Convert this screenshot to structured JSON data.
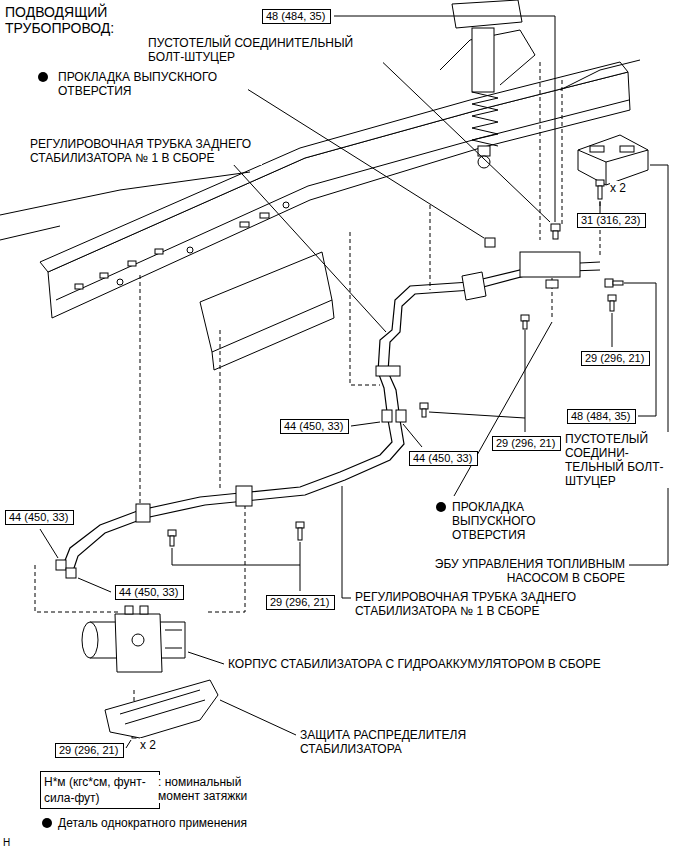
{
  "diagram": {
    "title": "ПОДВОДЯЩИЙ ТРУБОПРОВОД:",
    "nodes": [
      {
        "text": [
          "48 (484, 35)"
        ]
      },
      {
        "text": [
          "31 (316, 23)"
        ]
      },
      {
        "text": [
          "29 (296, 21)"
        ]
      },
      {
        "text": [
          "48 (484, 35)"
        ]
      },
      {
        "text": [
          "44 (450, 33)"
        ]
      },
      {
        "text": [
          "29 (296, 21)"
        ]
      },
      {
        "text": [
          "44 (450, 33)"
        ]
      },
      {
        "text": [
          "44 (450, 33)"
        ]
      },
      {
        "text": [
          "44 (450, 33)"
        ]
      },
      {
        "text": [
          "29 (296, 21)"
        ]
      },
      {
        "text": [
          "29 (296, 21)"
        ]
      },
      {
        "text": [
          "Н*м (кгс*см, фунт-сила-фут)"
        ]
      }
    ],
    "labels": [
      "ПУСТОТЕЛЫЙ СОЕДИНИТЕЛЬНЫЙ БОЛТ-ШТУЦЕР",
      "ПРОКЛАДКА ВЫПУСКНОГО ОТВЕРСТИЯ",
      "РЕГУЛИРОВОЧНАЯ ТРУБКА ЗАДНЕГО СТАБИЛИЗАТОРА № 1 В СБОРЕ",
      "x 2",
      "ПУСТОТЕЛЫЙ СОЕДИНИ- ТЕЛЬНЫЙ БОЛТ-ШТУЦЕР",
      "ПРОКЛАДКА ВЫПУСКНОГО ОТВЕРСТИЯ",
      "ЭБУ УПРАВЛЕНИЯ ТОПЛИВНЫМ НАСОСОМ В СБОРЕ",
      "РЕГУЛИРОВОЧНАЯ ТРУБКА ЗАДНЕГО СТАБИЛИЗАТОРА № 1 В СБОРЕ",
      "КОРПУС СТАБИЛИЗАТОРА С ГИДРОАККУМУЛЯТОРОМ В СБОРЕ",
      "ЗАЩИТА РАСПРЕДЕЛИТЕЛЯ СТАБИЛИЗАТОРА",
      "x 2",
      "H"
    ],
    "legend": [
      {
        "text": ": номинальный момент затяжки"
      },
      {
        "text": "Деталь однократного применения"
      }
    ]
  }
}
